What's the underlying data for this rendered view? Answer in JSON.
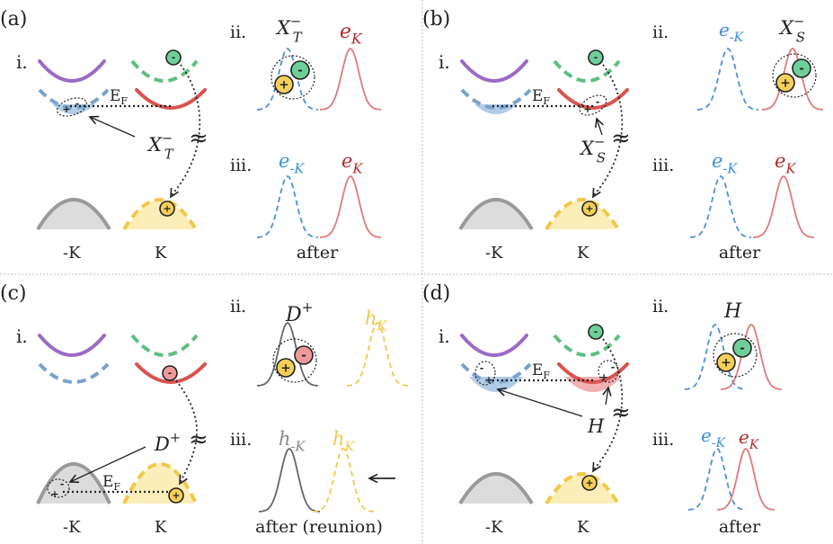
{
  "panels": [
    {
      "id": "a",
      "label": "(a)",
      "left": {
        "label": "i.",
        "ef": "E",
        "ef_sub": "F",
        "ann": "X",
        "ann_sup": "−",
        "ann_sub": "T",
        "valley_left": "-K",
        "valley_right": "K"
      },
      "right_top": {
        "label": "ii.",
        "t1": "X",
        "t1_sup": "−",
        "t1_sub": "T",
        "t2": "e",
        "t2_sub": "K"
      },
      "right_bottom": {
        "label": "iii.",
        "t1": "e",
        "t1_sub": "-K",
        "t2": "e",
        "t2_sub": "K"
      },
      "caption": "after"
    },
    {
      "id": "b",
      "label": "(b)",
      "left": {
        "label": "i.",
        "ef": "E",
        "ef_sub": "F",
        "ann": "X",
        "ann_sup": "−",
        "ann_sub": "S",
        "valley_left": "-K",
        "valley_right": "K"
      },
      "right_top": {
        "label": "ii.",
        "t1": "e",
        "t1_sub": "-K",
        "t2": "X",
        "t2_sup": "−",
        "t2_sub": "S"
      },
      "right_bottom": {
        "label": "iii.",
        "t1": "e",
        "t1_sub": "-K",
        "t2": "e",
        "t2_sub": "K"
      },
      "caption": "after"
    },
    {
      "id": "c",
      "label": "(c)",
      "left": {
        "label": "i.",
        "ef": "E",
        "ef_sub": "F",
        "ann": "D",
        "ann_sup": "+",
        "valley_left": "-K",
        "valley_right": "K"
      },
      "right_top": {
        "label": "ii.",
        "t1": "D",
        "t1_sup": "+",
        "t2": "h",
        "t2_sub": "K"
      },
      "right_bottom": {
        "label": "iii.",
        "t1": "h",
        "t1_sub": "-K",
        "t2": "h",
        "t2_sub": "K"
      },
      "caption": "after (reunion)"
    },
    {
      "id": "d",
      "label": "(d)",
      "left": {
        "label": "i.",
        "ef": "E",
        "ef_sub": "F",
        "ann": "H",
        "valley_left": "-K",
        "valley_right": "K"
      },
      "right_top": {
        "label": "ii.",
        "t1": "H"
      },
      "right_bottom": {
        "label": "iii.",
        "t1": "e",
        "t1_sub": "-K",
        "t2": "e",
        "t2_sub": "K"
      },
      "caption": "after"
    }
  ],
  "signs": {
    "plus": "+",
    "minus": "-",
    "tilde": "≈"
  },
  "colors": {
    "purple": "#9b6bc4",
    "blue": "#7aa3cc",
    "blue_fill": "#aac6e6",
    "green": "#5cbf82",
    "green_ball": "#6fcf9a",
    "red": "#d9534f",
    "red_fill": "#f0a8a8",
    "red_ball": "#ee9a9a",
    "gray": "#9a9a9a",
    "gray_fill": "#dcdcdc",
    "yellow": "#f2c84b",
    "yellow_fill": "#fbeeb8",
    "yellow_ball": "#f5cf5a",
    "curve_blue": "#4a90d9",
    "curve_red": "#e07a78",
    "curve_gray": "#666666",
    "curve_yellow": "#f2c84b",
    "label_blue": "#3a8fd8",
    "label_red": "#b22a2a",
    "label_yellow": "#f2c84b",
    "label_gray": "#888888",
    "divider": "#bbbbbb"
  }
}
